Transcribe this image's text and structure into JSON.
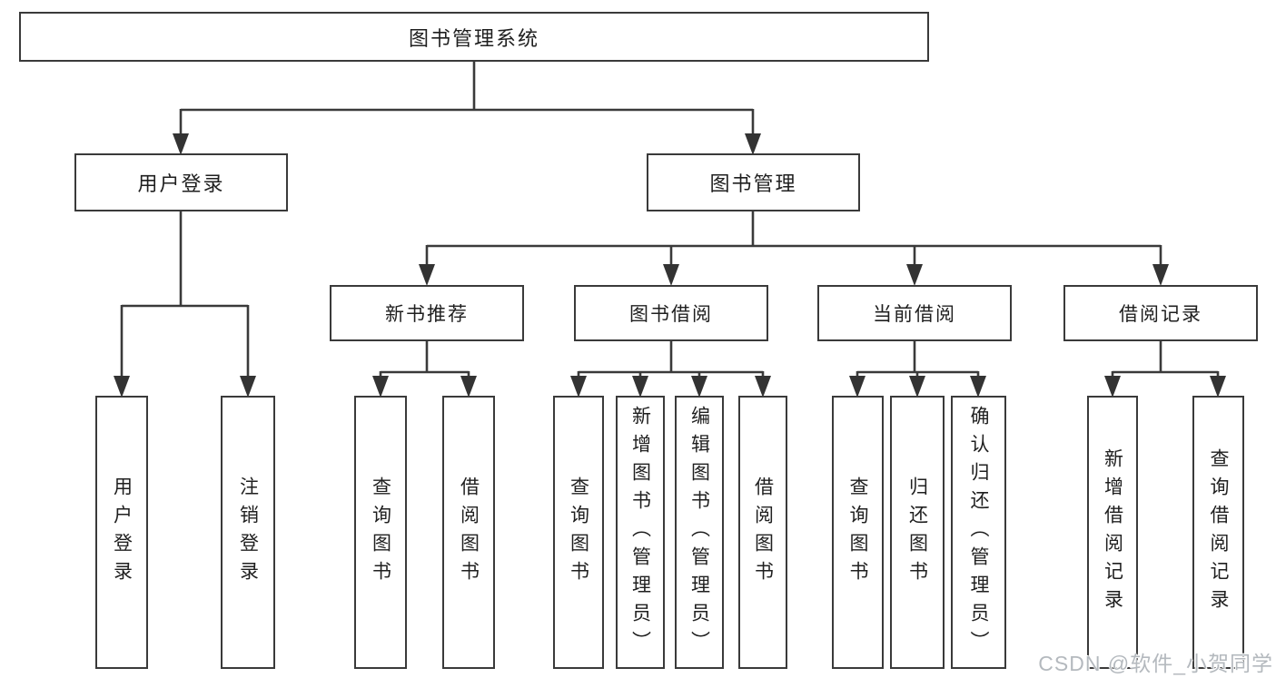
{
  "diagram": {
    "title": "图书管理系统",
    "root": {
      "label": "图书管理系统"
    },
    "level2": [
      {
        "label": "用户登录"
      },
      {
        "label": "图书管理"
      }
    ],
    "level3": [
      {
        "label": "新书推荐",
        "parent": "图书管理"
      },
      {
        "label": "图书借阅",
        "parent": "图书管理"
      },
      {
        "label": "当前借阅",
        "parent": "图书管理"
      },
      {
        "label": "借阅记录",
        "parent": "图书管理"
      }
    ],
    "leaves": [
      {
        "label": "用户登录",
        "parent": "用户登录"
      },
      {
        "label": "注销登录",
        "parent": "用户登录"
      },
      {
        "label": "查询图书",
        "parent": "新书推荐"
      },
      {
        "label": "借阅图书",
        "parent": "新书推荐"
      },
      {
        "label": "查询图书",
        "parent": "图书借阅"
      },
      {
        "label": "新增图书（管理员）",
        "parent": "图书借阅"
      },
      {
        "label": "编辑图书（管理员）",
        "parent": "图书借阅"
      },
      {
        "label": "借阅图书",
        "parent": "图书借阅"
      },
      {
        "label": "查询图书",
        "parent": "当前借阅"
      },
      {
        "label": "归还图书",
        "parent": "当前借阅"
      },
      {
        "label": "确认归还（管理员）",
        "parent": "当前借阅"
      },
      {
        "label": "新增借阅记录",
        "parent": "借阅记录"
      },
      {
        "label": "查询借阅记录",
        "parent": "借阅记录"
      }
    ]
  },
  "watermark": {
    "text": "CSDN @软件_小贺同学"
  },
  "colors": {
    "line": "#3a3a3a",
    "arrow": "#333333",
    "node_border": "#3a3a3a",
    "node_text": "#1f1f1f",
    "background": "#ffffff",
    "watermark": "#b4b9be"
  }
}
